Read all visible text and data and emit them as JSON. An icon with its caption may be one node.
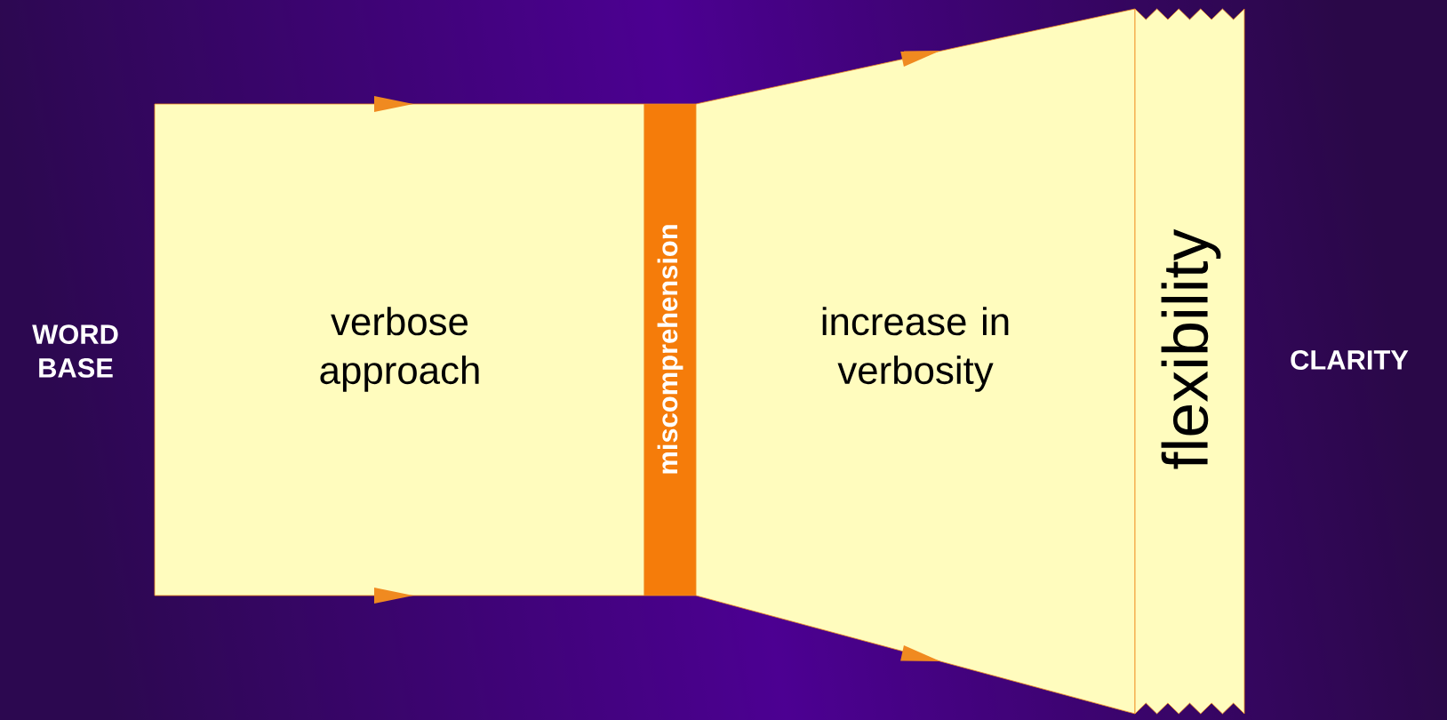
{
  "diagram": {
    "nodes": [
      {
        "text": [
          "verbose approach"
        ]
      },
      {
        "text": [
          "miscomprehension"
        ]
      },
      {
        "text": [
          "increase in verbosity"
        ]
      },
      {
        "text": [
          "flexibility"
        ]
      }
    ],
    "labels": [
      "WORD BASE",
      "CLARITY"
    ]
  }
}
